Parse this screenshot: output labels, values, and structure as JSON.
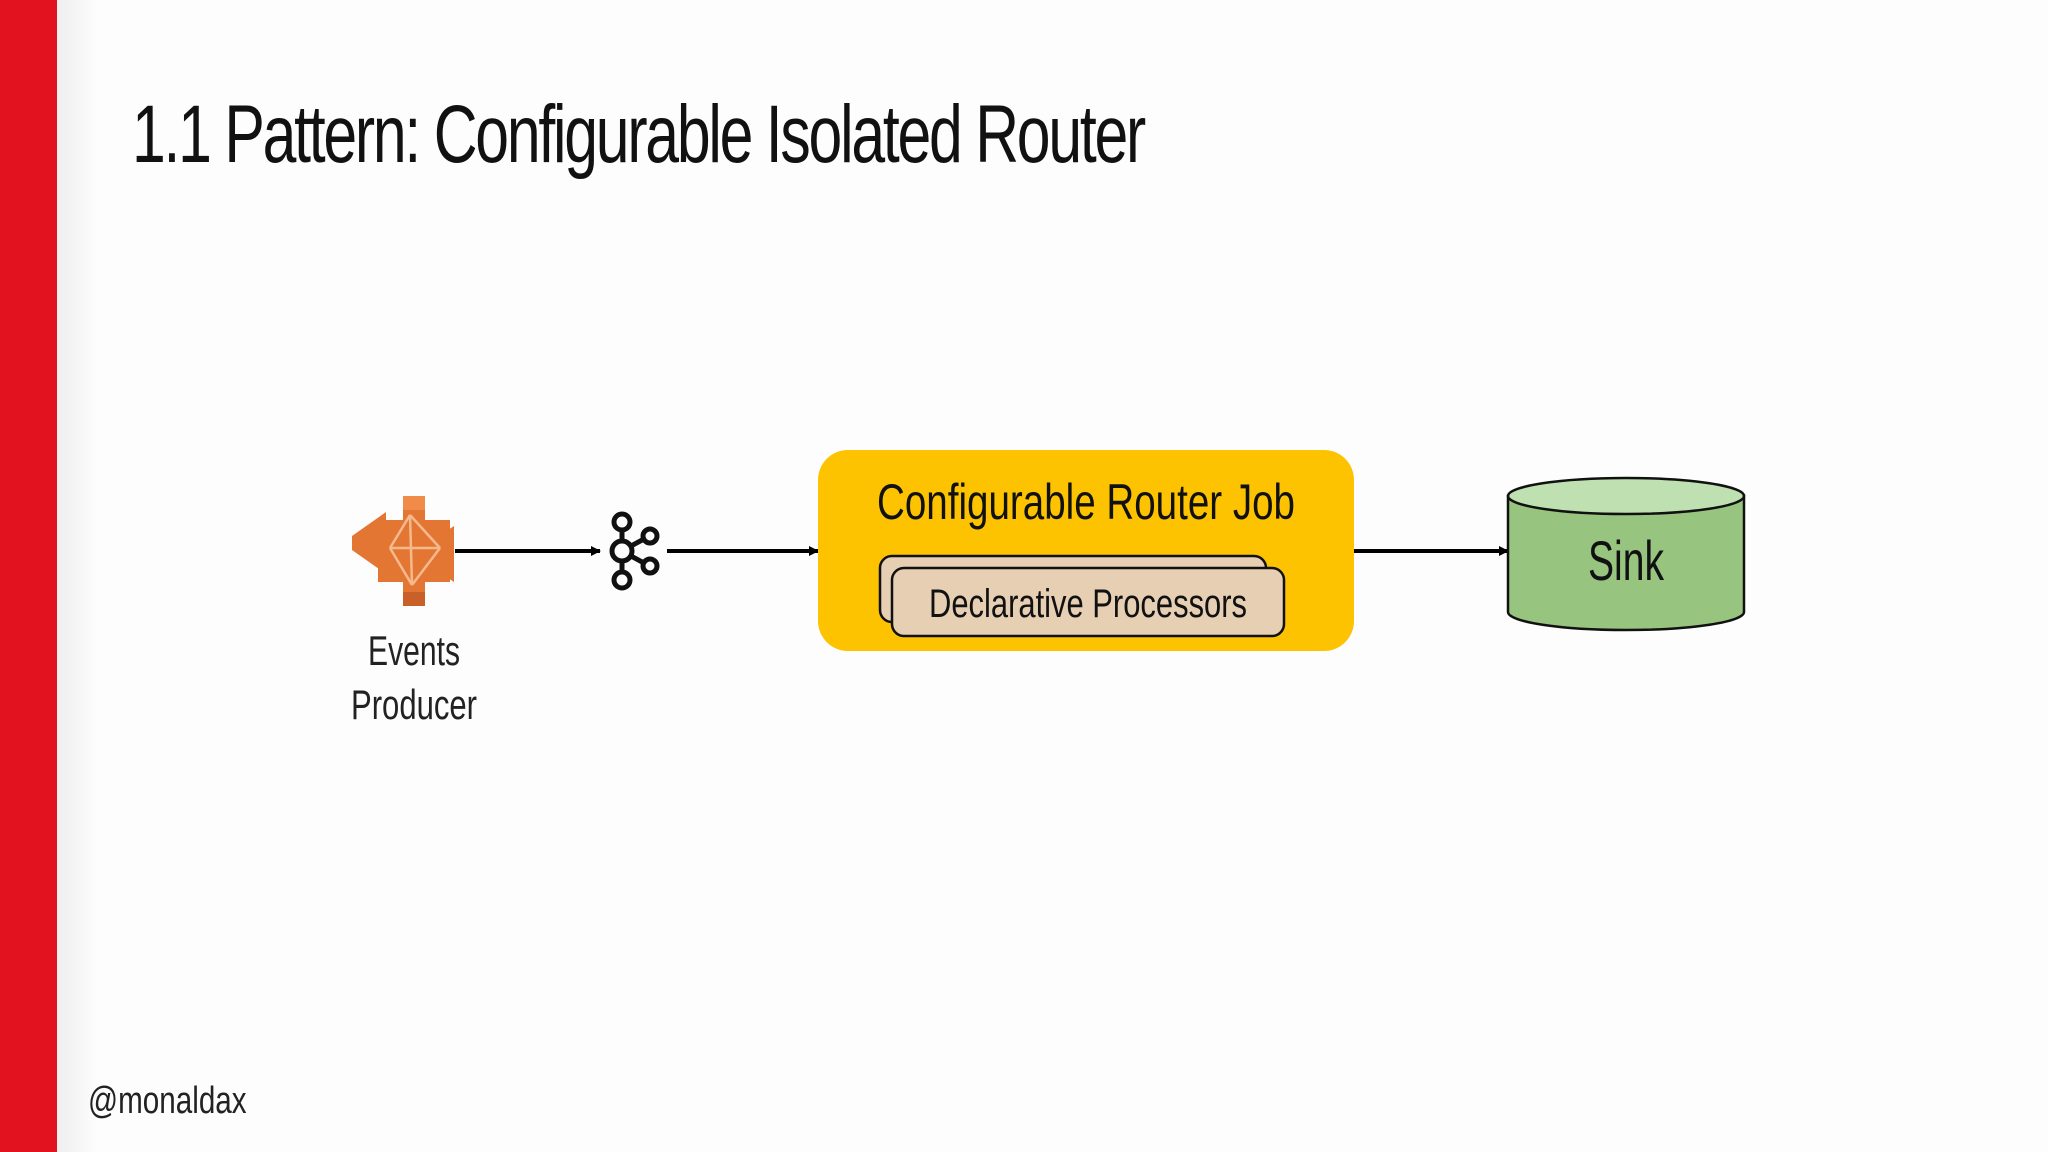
{
  "slide": {
    "title": "1.1 Pattern: Configurable Isolated Router",
    "handle": "@monaldax"
  },
  "diagram": {
    "producer_label_line1": "Events",
    "producer_label_line2": "Producer",
    "router_job_label": "Configurable Router Job",
    "processors_label": "Declarative Processors",
    "sink_label": "Sink"
  },
  "colors": {
    "accent_red": "#e3121f",
    "router_yellow": "#fdc300",
    "processor_tan": "#e6cfb3",
    "sink_green": "#97c47e",
    "sink_top": "#bfe0b0",
    "producer_orange": "#e47634"
  },
  "icons": {
    "producer": "events-producer-icon",
    "broker": "kafka-icon"
  }
}
